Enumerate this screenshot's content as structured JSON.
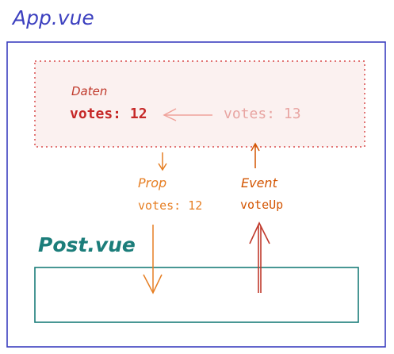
{
  "app": {
    "title": "App.vue"
  },
  "post": {
    "title": "Post.vue"
  },
  "data_box": {
    "label": "Daten",
    "current_votes": "votes: 12",
    "next_votes": "votes: 13"
  },
  "prop": {
    "label": "Prop",
    "value": "votes: 12"
  },
  "event": {
    "label": "Event",
    "value": "voteUp"
  },
  "colors": {
    "app": "#3b3fbf",
    "post": "#1b7d7a",
    "data": "#c62828",
    "prop": "#e67e22",
    "event": "#d35400"
  }
}
